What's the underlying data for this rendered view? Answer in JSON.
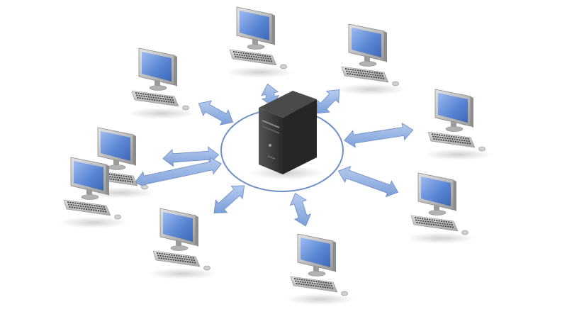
{
  "diagram": {
    "type": "star-network",
    "hub": {
      "icon": "server-tower-icon"
    },
    "client_count": 9,
    "link_style": "bidirectional-arrow",
    "colors": {
      "background": "#ffffff",
      "hub_ring": "#6f8fc9",
      "arrow_fill": "#8eaee0",
      "arrow_edge": "#6b8cc6",
      "screen": "#4f7fd0",
      "screen_light": "#8fb0ea",
      "monitor_frame": "#bdbdbd",
      "keyboard": "#c9c9c9",
      "keys": "#3a3a3a",
      "tower": "#2f2f2f"
    }
  }
}
